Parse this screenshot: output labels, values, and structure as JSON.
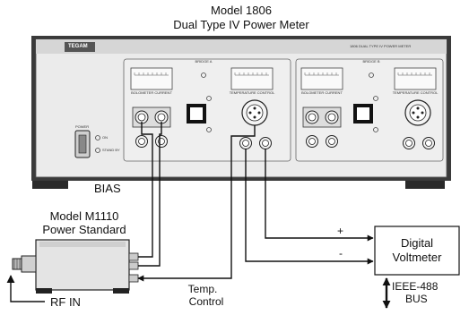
{
  "instrument": {
    "model": "Model 1806",
    "name": "Dual Type IV Power Meter",
    "brand": "TEGAM",
    "panel_title": "1806 DUAL TYPE IV POWER METER",
    "bridge_a": "BRIDGE A",
    "bridge_b": "BRIDGE B",
    "meter_a_left": "BOLOMETER CURRENT",
    "meter_a_right": "TEMPERATURE CONTROL",
    "meter_b_left": "BOLOMETER CURRENT",
    "meter_b_right": "TEMPERATURE CONTROL",
    "power": "POWER",
    "on": "ON",
    "standby": "STAND BY"
  },
  "standard": {
    "model": "Model M1110",
    "name": "Power Standard"
  },
  "voltmeter": {
    "line1": "Digital",
    "line2": "Voltmeter"
  },
  "labels": {
    "bias": "BIAS",
    "plus": "+",
    "minus": "-",
    "rf_in": "RF IN",
    "temp_line1": "Temp.",
    "temp_line2": "Control",
    "ieee_line1": "IEEE-488",
    "ieee_line2": "BUS"
  },
  "colors": {
    "panel": "#ebebeb",
    "panel_dark": "#3a3a3a",
    "line": "#111111",
    "brand_bg": "#555555"
  }
}
